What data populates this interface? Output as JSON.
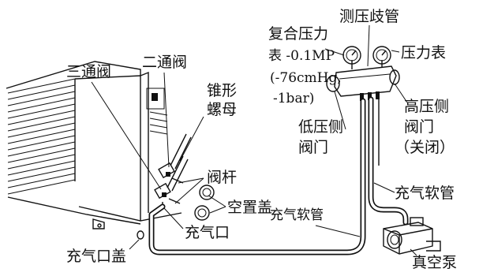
{
  "labels": {
    "gauge_manifold": "测压歧管",
    "compound_gauge_line1": "复合压力",
    "compound_gauge_line2": "表 -0.1MP",
    "compound_gauge_line3": "(-76cmHg,",
    "compound_gauge_line4": "-1bar)",
    "pressure_gauge": "压力表",
    "three_way_valve": "三通阀",
    "two_way_valve": "二通阀",
    "flare_nut_line1": "锥形",
    "flare_nut_line2": "螺母",
    "low_side_valve_line1": "低压侧",
    "low_side_valve_line2": "阀门",
    "high_side_valve_line1": "高压侧",
    "high_side_valve_line2": "阀门",
    "high_side_valve_line3": "（关闭）",
    "valve_stem": "阀杆",
    "blank_cap": "空置盖",
    "charging_hose_right": "充气软管",
    "charging_hose_middle": "充气软管",
    "service_port": "充气口",
    "service_port_cap": "充气口盖",
    "vacuum_pump": "真空泵"
  },
  "colors": {
    "line": "#111111",
    "background": "#ffffff"
  }
}
